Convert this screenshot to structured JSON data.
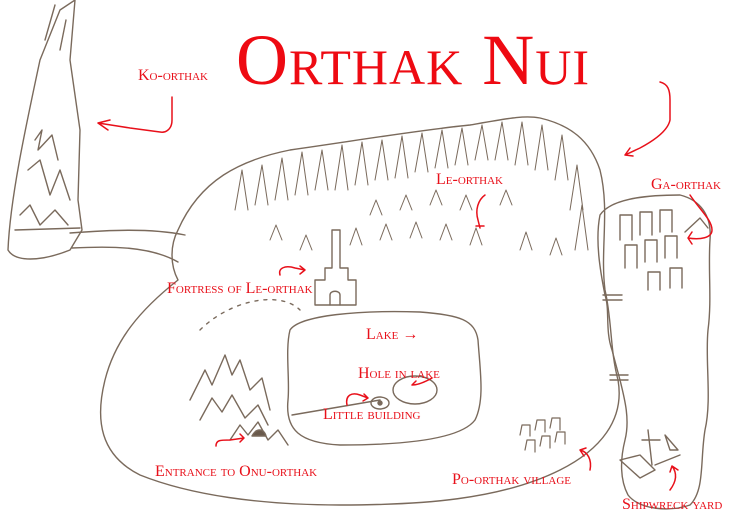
{
  "title": "Orthak Nui",
  "colors": {
    "label": "#e8101a",
    "title": "#ee0a12",
    "pencil": "#7a6a5c",
    "background": "#ffffff"
  },
  "labels": {
    "ko_orthak": "Ko-orthak",
    "le_orthak": "Le-orthak",
    "ga_orthak": "Ga-orthak",
    "fortress": "Fortress of Le-orthak",
    "lake": "Lake →",
    "hole_in_lake": "Hole in lake",
    "little_building": "Little building",
    "entrance": "Entrance to Onu-orthak",
    "po_orthak": "Po-orthak village",
    "shipwreck": "Shipwreck yard"
  }
}
